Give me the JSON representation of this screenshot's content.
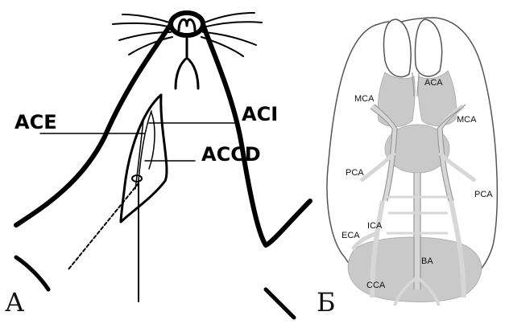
{
  "panels": {
    "left": {
      "letter": "А",
      "labels": {
        "ace": "ACE",
        "aci": "ACI",
        "accd": "ACCD"
      }
    },
    "right": {
      "letter": "Б",
      "labels": {
        "aca": "ACA",
        "mca_left": "MCA",
        "mca_right": "MCA",
        "pca_left": "PCA",
        "pca_right": "PCA",
        "ica": "ICA",
        "eca": "ECA",
        "ba": "BA",
        "cca": "CCA"
      }
    }
  },
  "colors": {
    "line": "#000000",
    "vessel_fill": "#c9c9c9",
    "vessel_stroke": "#9a9a9a",
    "outline": "#555555"
  }
}
